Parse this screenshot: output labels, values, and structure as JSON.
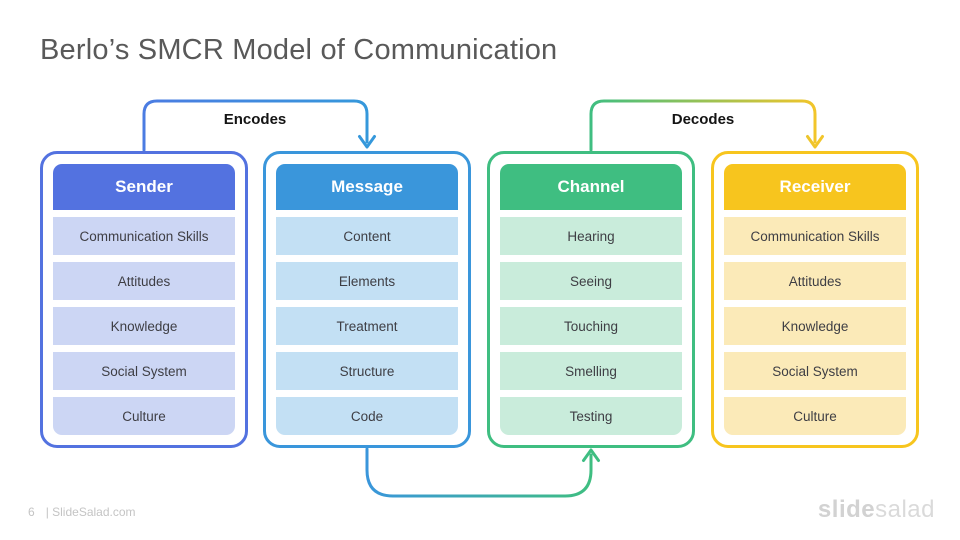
{
  "title": "Berlo’s SMCR Model of Communication",
  "flow_labels": {
    "encodes": "Encodes",
    "decodes": "Decodes"
  },
  "columns": [
    {
      "title": "Sender",
      "header_color": "#5372e0",
      "border_color": "#5372e0",
      "item_bg": "#ccd6f4",
      "items": [
        "Communication Skills",
        "Attitudes",
        "Knowledge",
        "Social System",
        "Culture"
      ]
    },
    {
      "title": "Message",
      "header_color": "#3a96db",
      "border_color": "#3a96db",
      "item_bg": "#c3e0f4",
      "items": [
        "Content",
        "Elements",
        "Treatment",
        "Structure",
        "Code"
      ]
    },
    {
      "title": "Channel",
      "header_color": "#3fbe81",
      "border_color": "#3fbe81",
      "item_bg": "#c9ecdb",
      "items": [
        "Hearing",
        "Seeing",
        "Touching",
        "Smelling",
        "Testing"
      ]
    },
    {
      "title": "Receiver",
      "header_color": "#f7c51e",
      "border_color": "#f7c51e",
      "item_bg": "#fbeab8",
      "items": [
        "Communication Skills",
        "Attitudes",
        "Knowledge",
        "Social System",
        "Culture"
      ]
    }
  ],
  "arrow_colors": {
    "encodes_start": "#4b7ce2",
    "encodes_end": "#3598db",
    "decodes_start": "#3fbe81",
    "decodes_end": "#f2c52a",
    "bottom_start": "#3a96db",
    "bottom_end": "#3fbe81"
  },
  "footer": {
    "page_number": "6",
    "site": "| SlideSalad.com",
    "logo_bold": "slide",
    "logo_light": "salad"
  }
}
